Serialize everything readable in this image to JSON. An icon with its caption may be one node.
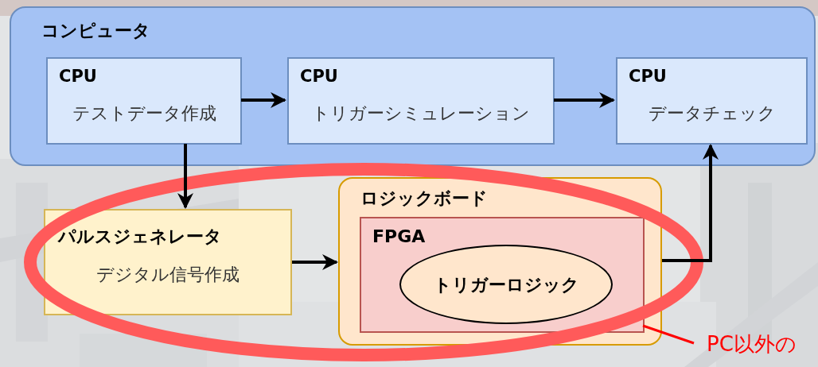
{
  "diagram": {
    "nodes": [
      {
        "text": [
          "コンピュータ"
        ]
      },
      {
        "text": [
          "CPU",
          "テストデータ作成"
        ],
        "in": 0
      },
      {
        "text": [
          "CPU",
          "トリガーシミュレーション"
        ],
        "in": 0
      },
      {
        "text": [
          "CPU",
          "データチェック"
        ],
        "in": 0
      },
      {
        "text": [
          "パルスジェネレータ",
          "デジタル信号作成"
        ]
      },
      {
        "text": [
          "ロジックボード"
        ]
      },
      {
        "text": [
          "FPGA"
        ],
        "in": 5
      },
      {
        "text": [
          "トリガーロジック"
        ],
        "in": 6
      },
      {
        "text": [
          "PC以外の"
        ]
      }
    ],
    "edges": [
      {
        "from": 1,
        "to": 2,
        "arrow": "to"
      },
      {
        "from": 2,
        "to": 3,
        "arrow": "to"
      },
      {
        "from": 1,
        "to": 4,
        "arrow": "to"
      },
      {
        "from": 4,
        "to": 5,
        "arrow": "to"
      },
      {
        "from": 5,
        "to": 3,
        "arrow": "to"
      },
      {
        "from": 8,
        "to": 6,
        "arrow": "none",
        "color": "#ff0000"
      }
    ]
  }
}
